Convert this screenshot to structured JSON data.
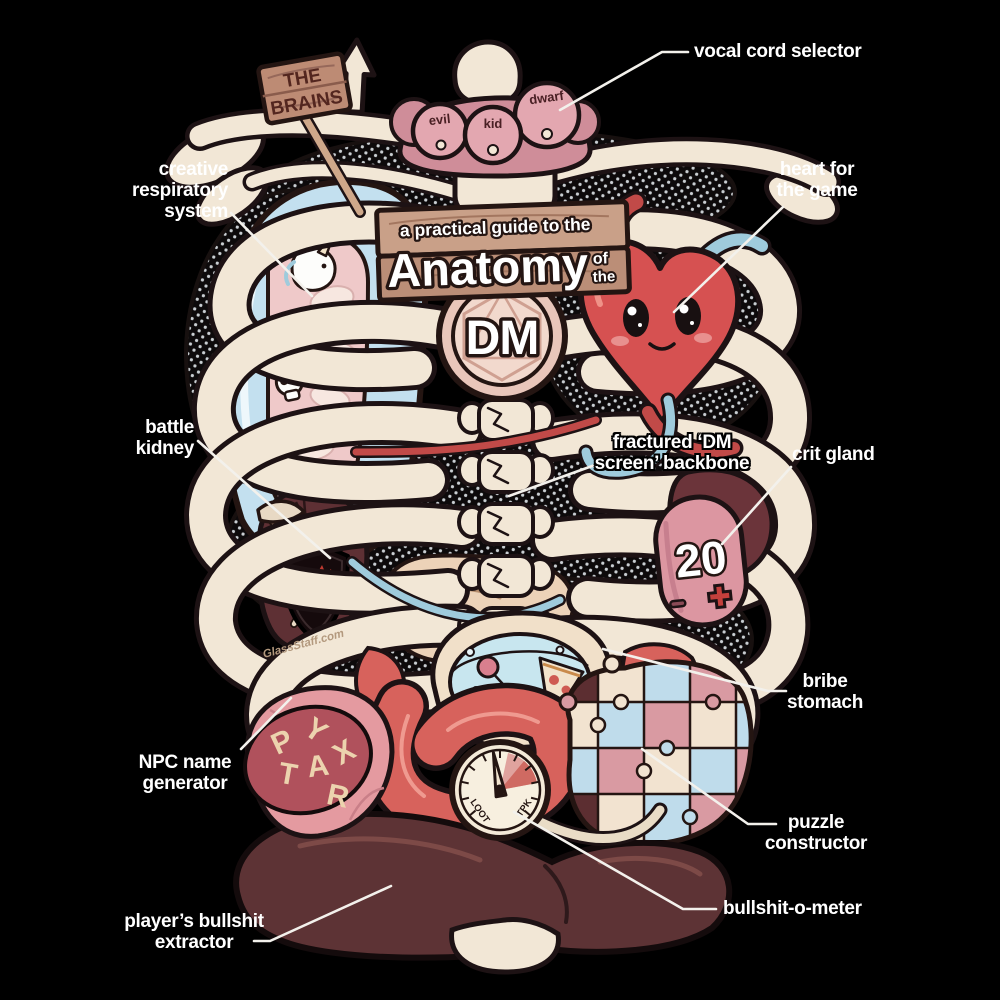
{
  "brain_sign": {
    "line1": "THE",
    "line2": "BRAINS"
  },
  "title_sign": {
    "kicker": "a practical guide to the",
    "main": "Anatomy",
    "of": "of",
    "the": "the"
  },
  "dm_logo": "DM",
  "vocal_cords": [
    "evil",
    "kid",
    "dwarf"
  ],
  "crit_gland": {
    "value": "20"
  },
  "gauge": {
    "left": "LOOT",
    "right": "TPK"
  },
  "npc_letters": [
    "P",
    "Y",
    "X",
    "T",
    "A",
    "R"
  ],
  "signature": "GlassStaff.com",
  "callouts": {
    "vocal_cord_selector": "vocal cord selector",
    "creative_respiratory_system": "creative\nrespiratory\nsystem",
    "heart_for_the_game": "heart for\nthe game",
    "battle_kidney": "battle\nkidney",
    "fractured_dm_screen_backbone": "fractured ‘DM\nscreen’ backbone",
    "crit_gland": "crit gland",
    "bribe_stomach": "bribe\nstomach",
    "npc_name_generator": "NPC name\ngenerator",
    "puzzle_constructor": "puzzle\nconstructor",
    "bullshit_o_meter": "bullshit-o-meter",
    "players_bullshit_extractor": "player’s bullshit\nextractor"
  },
  "colors": {
    "background": "#000000",
    "bone": "#f2e7d6",
    "outline": "#241512",
    "label_text": "#ffffff",
    "heart_red": "#d65151",
    "lung_blue": "#c3e0ef",
    "kidney_maroon": "#5e3034",
    "liver_brown": "#5d3335",
    "wood": "#c79b84",
    "organ_pink": "#dc96a1"
  }
}
